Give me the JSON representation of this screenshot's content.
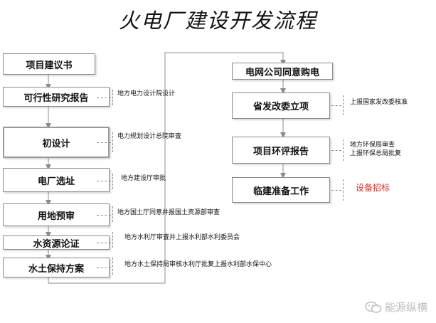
{
  "title": "火电厂建设开发流程",
  "left_steps": [
    {
      "label": "项目建议书",
      "note": ""
    },
    {
      "label": "可行性研究报告",
      "note": "地方电力设计院设计"
    },
    {
      "label": "初设计",
      "note": "电力规划设计总院审查"
    },
    {
      "label": "电厂选址",
      "note": "地方建设厅审批"
    },
    {
      "label": "用地预审",
      "note": "地方国土厅同意并报国土资源部审查"
    },
    {
      "label": "水资源论证",
      "note": "地方水利厅审查并上报水利部水利委员会"
    },
    {
      "label": "水土保持方案",
      "note": "地方水土保持局审核水利厅批复上报水利部水保中心"
    }
  ],
  "right_steps": [
    {
      "label": "电网公司同意购电",
      "note": ""
    },
    {
      "label": "省发改委立项",
      "note": "上报国家发改委核准"
    },
    {
      "label": "项目环评报告",
      "note_line1": "地方环保局审查",
      "note_line2": "上报环保总局批复"
    },
    {
      "label": "临建准备工作",
      "note": "设备招标"
    }
  ],
  "watermark": "能源纵横",
  "colors": {
    "line": "#8c8c8c",
    "accent_red": "#d8312f",
    "watermark": "#bdbdbd"
  }
}
